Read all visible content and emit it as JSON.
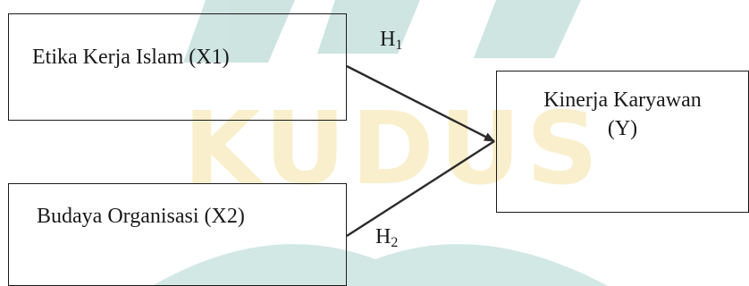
{
  "watermark": {
    "text": "KUDUS",
    "top_color": "#1f8a7a",
    "text_color": "#f1cc5a"
  },
  "variables": {
    "x1": {
      "label": "Etika Kerja Islam (X1)"
    },
    "x2": {
      "label": "Budaya Organisasi (X2)"
    },
    "y": {
      "label_line1": "Kinerja Karyawan",
      "label_line2": "(Y)"
    }
  },
  "hypotheses": {
    "h1": {
      "letter": "H",
      "sub": "1"
    },
    "h2": {
      "letter": "H",
      "sub": "2"
    }
  },
  "colors": {
    "line": "#2b2b2b",
    "border": "#1a1a1a"
  }
}
